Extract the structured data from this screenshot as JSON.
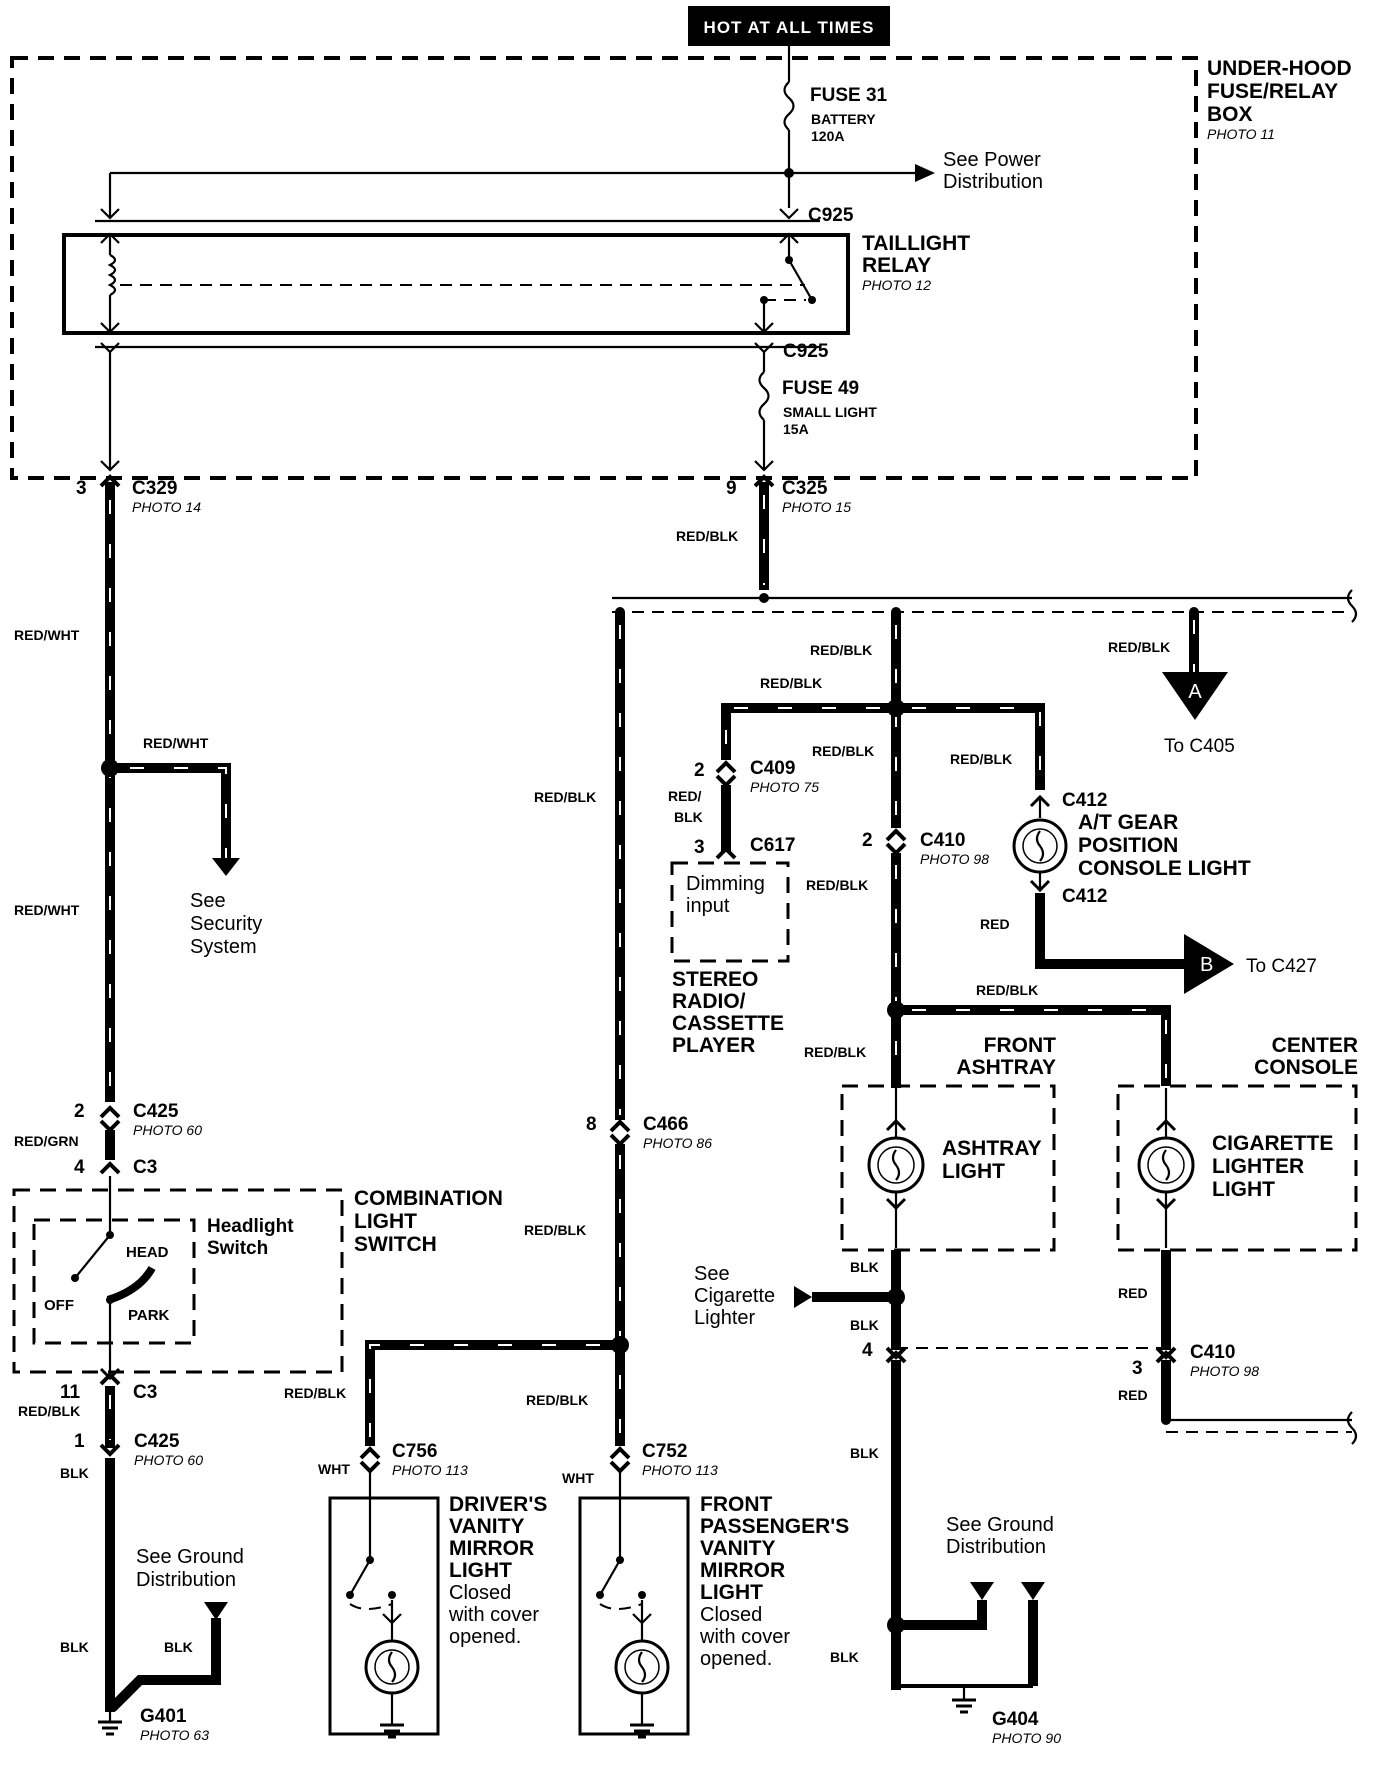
{
  "header": {
    "hot_label": "HOT AT ALL TIMES"
  },
  "underhood": {
    "title_l1": "UNDER-HOOD",
    "title_l2": "FUSE/RELAY",
    "title_l3": "BOX",
    "photo": "PHOTO 11"
  },
  "fuse31": {
    "name": "FUSE 31",
    "desc1": "BATTERY",
    "desc2": "120A"
  },
  "power_ref": {
    "l1": "See Power",
    "l2": "Distribution"
  },
  "relay": {
    "c925_top": "C925",
    "c925_bot": "C925",
    "name1": "TAILLIGHT",
    "name2": "RELAY",
    "photo": "PHOTO 12"
  },
  "fuse49": {
    "name": "FUSE 49",
    "desc1": "SMALL LIGHT",
    "desc2": "15A"
  },
  "c329": {
    "pin": "3",
    "name": "C329",
    "photo": "PHOTO 14"
  },
  "c325": {
    "pin": "9",
    "name": "C325",
    "photo": "PHOTO 15"
  },
  "wires": {
    "red_wht_1": "RED/WHT",
    "red_wht_2": "RED/WHT",
    "red_wht_3": "RED/WHT",
    "red_blk_c325": "RED/BLK",
    "red_blk_a": "RED/BLK",
    "red_blk_left": "RED/BLK",
    "red_blk_c409": "RED/BLK",
    "red_blk_top": "RED/BLK",
    "red_blk_c410": "RED/BLK",
    "red_blk_c412": "RED/BLK",
    "red_blk_mid": "RED/BLK",
    "red_blk_console": "RED/BLK",
    "red_blk_ashtray": "RED/BLK",
    "red_blk_c466": "RED/BLK",
    "red_blk_drv": "RED/BLK",
    "red_blk_pass": "RED/BLK",
    "red_blk_c3": "RED/BLK",
    "red_grn": "RED/GRN",
    "red_slash": "RED/",
    "blk_slash": "BLK",
    "red_c412": "RED",
    "red_lighter": "RED",
    "red_c410b": "RED",
    "blk_c425": "BLK",
    "blk_g401a": "BLK",
    "blk_g401b": "BLK",
    "blk_ash1": "BLK",
    "blk_ash2": "BLK",
    "blk_g404a": "BLK",
    "blk_g404b": "BLK",
    "wht_drv": "WHT",
    "wht_pass": "WHT"
  },
  "security_ref": {
    "l1": "See",
    "l2": "Security",
    "l3": "System"
  },
  "connector_a": {
    "letter": "A",
    "to": "To C405"
  },
  "connector_b": {
    "letter": "B",
    "to": "To C427"
  },
  "c409": {
    "pin": "2",
    "name": "C409",
    "photo": "PHOTO 75"
  },
  "c617": {
    "pin": "3",
    "name": "C617",
    "input1": "Dimming",
    "input2": "input"
  },
  "stereo": {
    "l1": "STEREO",
    "l2": "RADIO/",
    "l3": "CASSETTE",
    "l4": "PLAYER"
  },
  "c410_top": {
    "pin": "2",
    "name": "C410",
    "photo": "PHOTO 98"
  },
  "c412": {
    "top": "C412",
    "bottom": "C412",
    "l1": "A/T GEAR",
    "l2": "POSITION",
    "l3": "CONSOLE LIGHT"
  },
  "ashtray": {
    "hdr1": "FRONT",
    "hdr2": "ASHTRAY",
    "l1": "ASHTRAY",
    "l2": "LIGHT"
  },
  "console": {
    "hdr1": "CENTER",
    "hdr2": "CONSOLE",
    "l1": "CIGARETTE",
    "l2": "LIGHTER",
    "l3": "LIGHT"
  },
  "lighter_ref": {
    "l1": "See",
    "l2": "Cigarette",
    "l3": "Lighter"
  },
  "c410_bot": {
    "pin_left": "4",
    "pin_right": "3",
    "name": "C410",
    "photo": "PHOTO 98"
  },
  "c425_top": {
    "pin": "2",
    "name": "C425",
    "photo": "PHOTO 60"
  },
  "c3": {
    "pin_top": "4",
    "name_top": "C3",
    "pin_bot": "11",
    "name_bot": "C3"
  },
  "combo": {
    "l1": "COMBINATION",
    "l2": "LIGHT",
    "l3": "SWITCH",
    "hs1": "Headlight",
    "hs2": "Switch",
    "head": "HEAD",
    "off": "OFF",
    "park": "PARK"
  },
  "c425_bot": {
    "pin": "1",
    "name": "C425",
    "photo": "PHOTO 60"
  },
  "c466": {
    "pin": "8",
    "name": "C466",
    "photo": "PHOTO 86"
  },
  "c756": {
    "name": "C756",
    "photo": "PHOTO 113"
  },
  "c752": {
    "name": "C752",
    "photo": "PHOTO 113"
  },
  "driver_mirror": {
    "l1": "DRIVER'S",
    "l2": "VANITY",
    "l3": "MIRROR",
    "l4": "LIGHT",
    "n1": "Closed",
    "n2": "with cover",
    "n3": "opened."
  },
  "pass_mirror": {
    "l1": "FRONT",
    "l2": "PASSENGER'S",
    "l3": "VANITY",
    "l4": "MIRROR",
    "l5": "LIGHT",
    "n1": "Closed",
    "n2": "with cover",
    "n3": "opened."
  },
  "ground_ref_left": {
    "l1": "See Ground",
    "l2": "Distribution"
  },
  "ground_ref_right": {
    "l1": "See Ground",
    "l2": "Distribution"
  },
  "g401": {
    "name": "G401",
    "photo": "PHOTO 63"
  },
  "g404": {
    "name": "G404",
    "photo": "PHOTO 90"
  }
}
